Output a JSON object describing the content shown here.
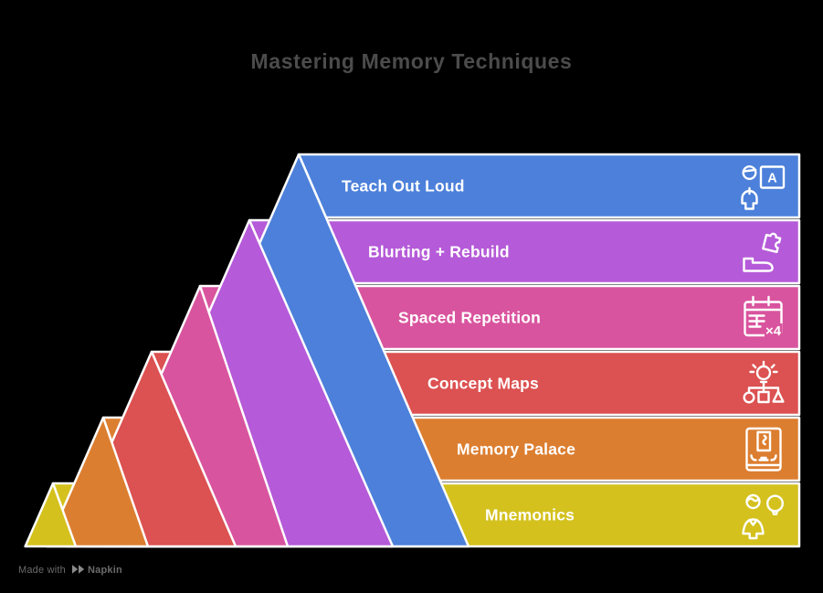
{
  "title": "Mastering Memory Techniques",
  "watermark": {
    "prefix": "Made with",
    "brand": "Napkin",
    "logo_icon": "napkin-chevrons-icon"
  },
  "colors": {
    "background": "#000000",
    "title_text": "#4c4c4c",
    "bar_text": "#ffffff",
    "shape_stroke": "#ffffff",
    "watermark_text": "#6b6b6b",
    "watermark_logo": "#8a8a8a"
  },
  "pyramid": {
    "type": "pyramid-diagram",
    "levels": [
      {
        "label": "Teach Out Loud",
        "color": "#4c80da",
        "icon": "teacher-board-icon",
        "icon_text": "A"
      },
      {
        "label": "Blurting + Rebuild",
        "color": "#b55ad8",
        "icon": "hand-puzzle-icon"
      },
      {
        "label": "Spaced Repetition",
        "color": "#d9549e",
        "icon": "calendar-x4-icon",
        "icon_text": "×4"
      },
      {
        "label": "Concept Maps",
        "color": "#dc5151",
        "icon": "idea-flowchart-icon"
      },
      {
        "label": "Memory Palace",
        "color": "#dc7e30",
        "icon": "palace-room-icon"
      },
      {
        "label": "Mnemonics",
        "color": "#d4c11e",
        "icon": "person-idea-icon"
      }
    ]
  }
}
